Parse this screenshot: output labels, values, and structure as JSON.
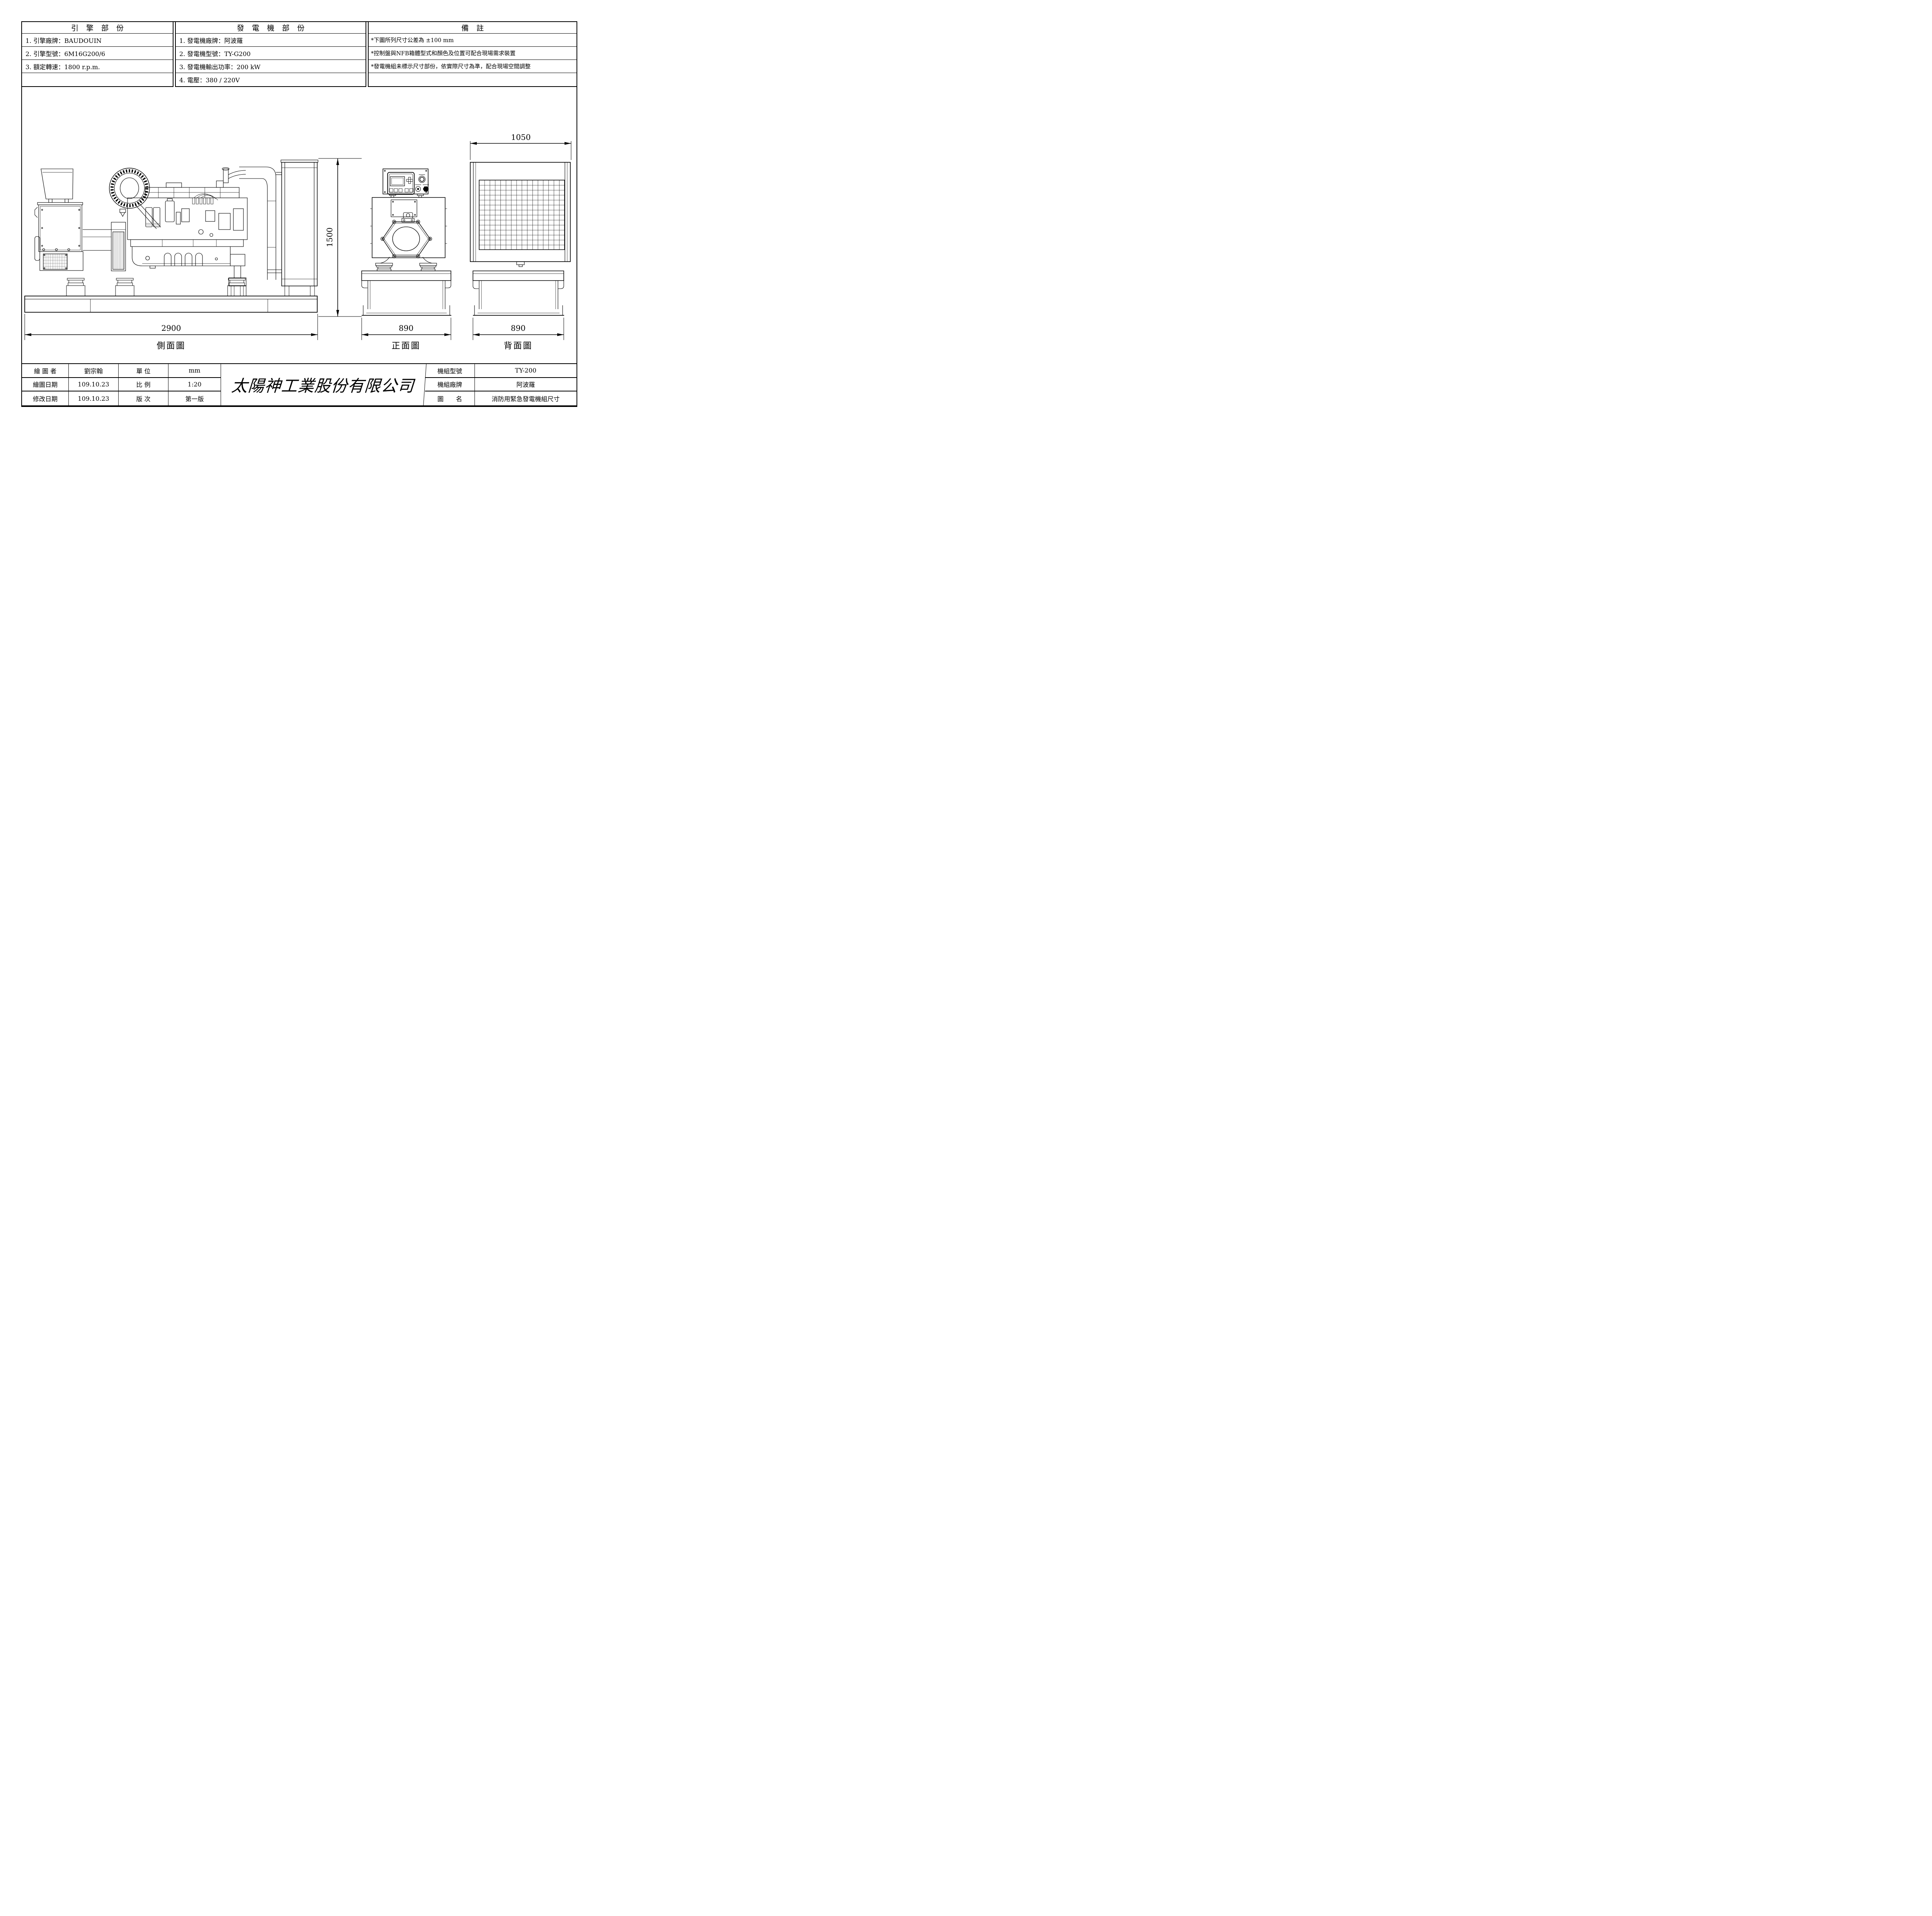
{
  "colors": {
    "ink": "#000000",
    "paper": "#ffffff"
  },
  "tables": {
    "engine": {
      "title": "引 擎 部 份",
      "rows": [
        "1. 引擎廠牌：BAUDOUIN",
        "2. 引擎型號：6M16G200/6",
        "3. 額定轉速：1800 r.p.m.",
        ""
      ]
    },
    "generator": {
      "title": "發 電 機 部 份",
      "rows": [
        "1. 發電機廠牌：阿波羅",
        "2. 發電機型號：TY-G200",
        "3. 發電機輸出功率：200 kW",
        "4. 電壓：380 / 220V"
      ]
    },
    "notes": {
      "title": "備 註",
      "rows": [
        "*下圖所列尺寸公差為 ±100 mm",
        "*控制盤與NFB箱體型式和顏色及位置可配合現場需求裝置",
        "*發電機組未標示尺寸部份，依實際尺寸為準，配合現場空間調整",
        ""
      ]
    }
  },
  "drawing": {
    "side_view": {
      "title": "側面圖",
      "width": "2900",
      "height": "1500"
    },
    "front_view": {
      "title": "正面圖",
      "width": "890"
    },
    "back_view": {
      "title": "背面圖",
      "width": "890",
      "top_width": "1050"
    }
  },
  "title_block": {
    "drafter_label": "繪 圖 者",
    "drafter": "劉宗翰",
    "unit_label": "單 位",
    "unit": "mm",
    "draw_date_label": "繪圖日期",
    "draw_date": "109.10.23",
    "scale_label": "比 例",
    "scale": "1:20",
    "revise_date_label": "修改日期",
    "revise_date": "109.10.23",
    "version_label": "版 次",
    "version": "第一版",
    "company": "太陽神工業股份有限公司",
    "model_label": "機組型號",
    "model": "TY-200",
    "brand_label": "機組廠牌",
    "brand": "阿波羅",
    "drawing_name_label": "圖　　名",
    "drawing_name": "消防用緊急發電機組尺寸"
  }
}
